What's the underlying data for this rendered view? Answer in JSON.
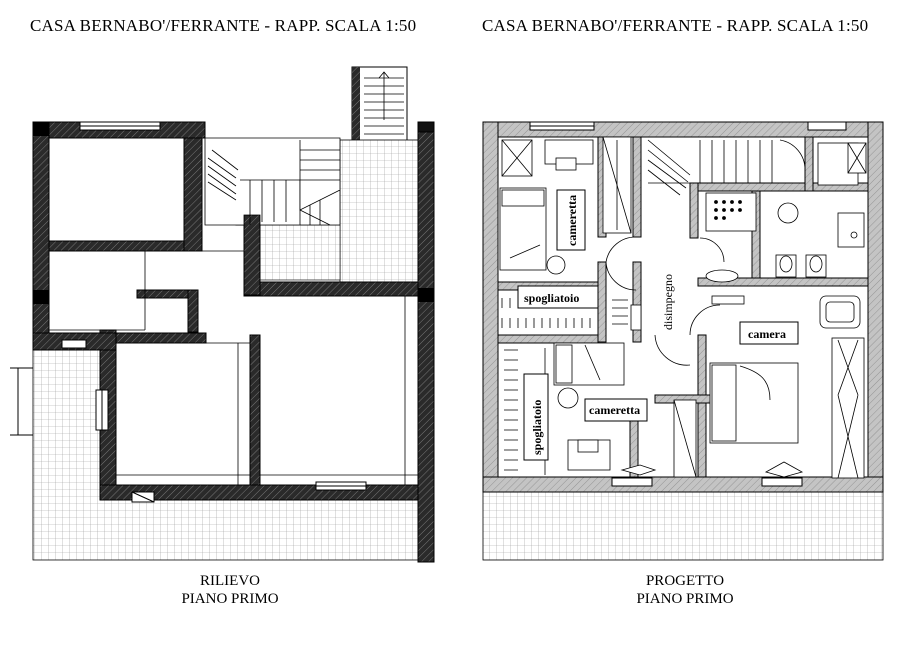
{
  "plans": [
    {
      "title": "CASA BERNABO'/FERRANTE - RAPP. SCALA 1:50",
      "caption_line1": "RILIEVO",
      "caption_line2": "PIANO PRIMO"
    },
    {
      "title": "CASA BERNABO'/FERRANTE - RAPP. SCALA 1:50",
      "caption_line1": "PROGETTO",
      "caption_line2": "PIANO PRIMO"
    }
  ],
  "rooms": {
    "cameretta_top": "cameretta",
    "spogliatoio_top": "spogliatoio",
    "disimpegno": "disimpegno",
    "camera": "camera",
    "spogliatoio_side": "spogliatoio",
    "cameretta_bottom": "cameretta"
  },
  "colors": {
    "wall_survey": "#333333",
    "wall_project": "#bdbdbd",
    "line": "#000000"
  }
}
